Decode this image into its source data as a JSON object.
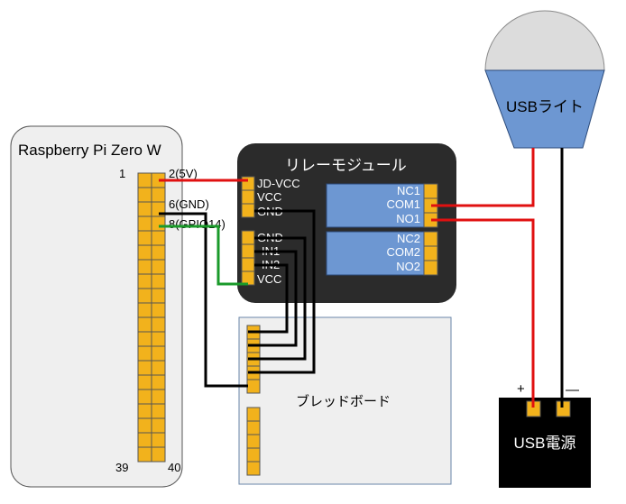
{
  "raspberry_pi": {
    "title": "Raspberry Pi Zero W",
    "pin_1": "1",
    "pin_2": "2(5V)",
    "pin_6": "6(GND)",
    "pin_8": "8(GPIO14)",
    "pin_39": "39",
    "pin_40": "40"
  },
  "relay_module": {
    "title": "リレーモジュール",
    "top_pins": [
      "JD-VCC",
      "VCC",
      "GND"
    ],
    "bottom_pins": [
      "GND",
      "IN1",
      "IN2",
      "VCC"
    ],
    "relay1_terminals": [
      "NC1",
      "COM1",
      "NO1"
    ],
    "relay2_terminals": [
      "NC2",
      "COM2",
      "NO2"
    ]
  },
  "breadboard": {
    "label": "ブレッドボード"
  },
  "lamp": {
    "label": "USBライト"
  },
  "power": {
    "label": "USB電源",
    "plus": "+",
    "minus": "—"
  },
  "colors": {
    "wire_5v": "#e01010",
    "wire_gnd": "#000000",
    "wire_gpio": "#1a9a2a",
    "pin_fill": "#f2b21c",
    "relay_fill": "#6d97d2",
    "module_fill": "#2b2b2b",
    "lamp_fill": "#6d97d2"
  }
}
